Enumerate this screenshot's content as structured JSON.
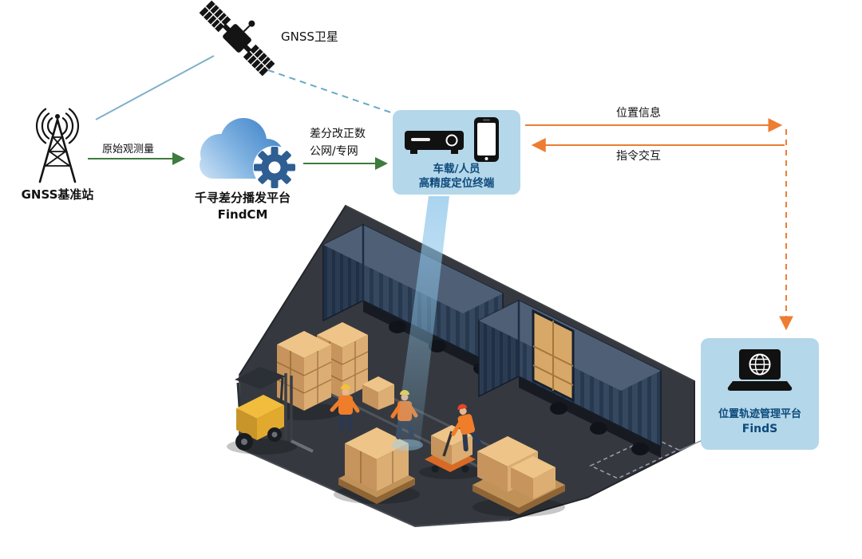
{
  "diagram": {
    "satellite": {
      "label": "GNSS卫星"
    },
    "base_station": {
      "label": "GNSS基准站"
    },
    "link_base_to_cloud": {
      "label": "原始观测量"
    },
    "cloud_platform": {
      "name": "千寻差分播发平台",
      "product": "FindCM"
    },
    "link_cloud_to_terminal": {
      "line1": "差分改正数",
      "line2": "公网/专网"
    },
    "terminal": {
      "line1": "车载/人员",
      "line2": "高精度定位终端"
    },
    "link_terminal_to_platform": {
      "label": "位置信息"
    },
    "link_platform_to_terminal": {
      "label": "指令交互"
    },
    "management_platform": {
      "name": "位置轨迹管理平台",
      "product": "FindS"
    },
    "colors": {
      "panel_blue": "#B4D7EA",
      "label_navy": "#0D4A7A",
      "arrow_green": "#3E7B3E",
      "arrow_orange": "#ED7D31",
      "link_teal": "#74ACC6"
    }
  }
}
